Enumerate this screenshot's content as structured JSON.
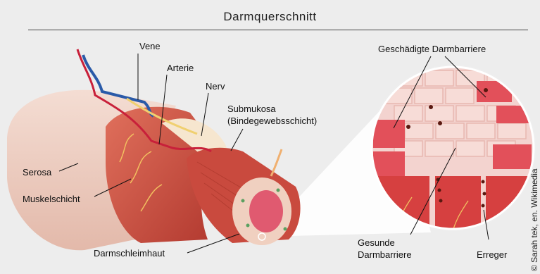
{
  "title": "Darmquerschnitt",
  "labels": {
    "vene": "Vene",
    "arterie": "Arterie",
    "nerv": "Nerv",
    "submukosa_1": "Submukosa",
    "submukosa_2": "(Bindegewebsschicht)",
    "serosa": "Serosa",
    "muskelschicht": "Muskelschicht",
    "darmschleimhaut": "Darmschleimhaut",
    "geschaedigte": "Geschädigte Darmbarriere",
    "gesunde_1": "Gesunde",
    "gesunde_2": "Darmbarriere",
    "erreger": "Erreger"
  },
  "credit": "© Sarah tek, en. Wikimedia",
  "colors": {
    "background": "#ededed",
    "vein": "#2a5aa8",
    "artery": "#c8203a",
    "serosa": "#edcfc3",
    "muscle": "#c8463a",
    "nerve": "#f0d070"
  }
}
